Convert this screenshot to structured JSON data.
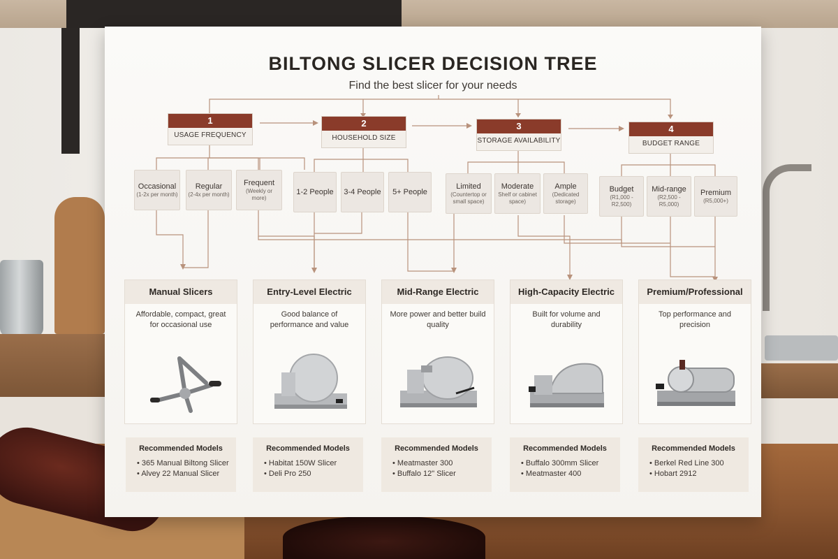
{
  "poster": {
    "title": "BILTONG SLICER DECISION TREE",
    "subtitle": "Find the best slicer for your needs"
  },
  "criteria": [
    {
      "number": "1",
      "label": "USAGE FREQUENCY",
      "options": [
        {
          "label": "Occasional",
          "detail": "(1-2x per month)"
        },
        {
          "label": "Regular",
          "detail": "(2-4x per month)"
        },
        {
          "label": "Frequent",
          "detail": "(Weekly or more)"
        }
      ]
    },
    {
      "number": "2",
      "label": "HOUSEHOLD SIZE",
      "options": [
        {
          "label": "1-2 People",
          "detail": ""
        },
        {
          "label": "3-4 People",
          "detail": ""
        },
        {
          "label": "5+ People",
          "detail": ""
        }
      ]
    },
    {
      "number": "3",
      "label": "STORAGE AVAILABILITY",
      "options": [
        {
          "label": "Limited",
          "detail": "(Countertop or small space)"
        },
        {
          "label": "Moderate",
          "detail": "Shelf or cabinet space)"
        },
        {
          "label": "Ample",
          "detail": "(Dedicated storage)"
        }
      ]
    },
    {
      "number": "4",
      "label": "BUDGET RANGE",
      "options": [
        {
          "label": "Budget",
          "detail": "(R1,000 - R2,500)"
        },
        {
          "label": "Mid-range",
          "detail": "(R2,500 - R5,000)"
        },
        {
          "label": "Premium",
          "detail": "(R5,000+)"
        }
      ]
    }
  ],
  "categories": [
    {
      "name": "Manual Slicers",
      "description": "Affordable, compact, great for occasional use",
      "image_icon": "manual-slicer-icon",
      "recommended_title": "Recommended Models",
      "models": [
        "365 Manual Biltong Slicer",
        "Alvey 22 Manual Slicer"
      ]
    },
    {
      "name": "Entry-Level Electric",
      "description": "Good balance of performance and value",
      "image_icon": "electric-slicer-icon",
      "recommended_title": "Recommended Models",
      "models": [
        "Habitat 150W Slicer",
        "Deli Pro 250"
      ]
    },
    {
      "name": "Mid-Range Electric",
      "description": "More power and better build quality",
      "image_icon": "electric-slicer-icon",
      "recommended_title": "Recommended Models",
      "models": [
        "Meatmaster 300",
        "Buffalo 12\" Slicer"
      ]
    },
    {
      "name": "High-Capacity Electric",
      "description": "Built for volume and durability",
      "image_icon": "electric-slicer-icon",
      "recommended_title": "Recommended Models",
      "models": [
        "Buffalo 300mm Slicer",
        "Meatmaster 400"
      ]
    },
    {
      "name": "Premium/Professional",
      "description": "Top performance and precision",
      "image_icon": "professional-slicer-icon",
      "recommended_title": "Recommended Models",
      "models": [
        "Berkel Red Line 300",
        "Hobart 2912"
      ]
    }
  ],
  "colors": {
    "accent": "#8a3b2a",
    "connector": "#b8927c"
  }
}
